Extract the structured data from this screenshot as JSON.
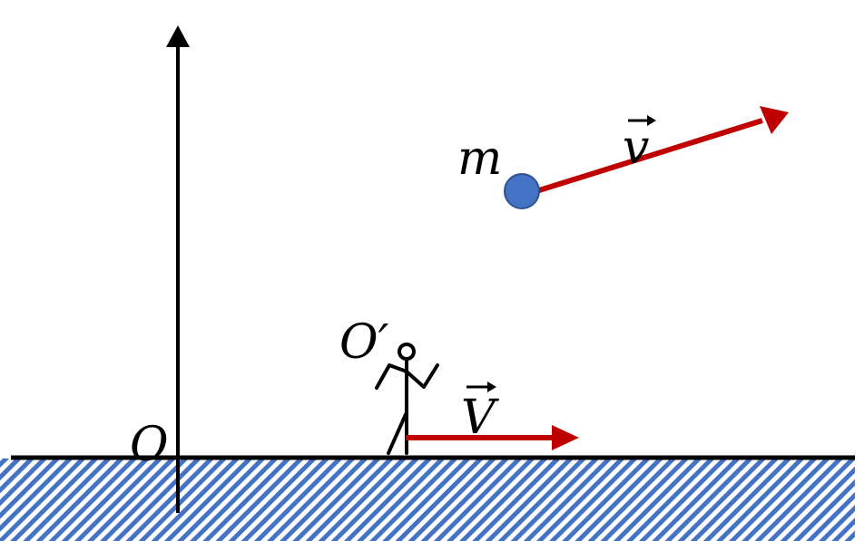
{
  "labels": {
    "origin": "O",
    "moving_origin": "O′",
    "mass": "m",
    "velocity_particle": "v",
    "velocity_frame": "V"
  },
  "colors": {
    "axis": "#000000",
    "velocity_arrow": "#c00000",
    "particle_fill": "#4472c4",
    "particle_stroke": "#2f528f",
    "ground_hatch": "#4472c4",
    "ground_line": "#000000"
  },
  "icons": {
    "observer": "stick-figure-icon",
    "vector_marker": "vector-arrow-icon"
  }
}
